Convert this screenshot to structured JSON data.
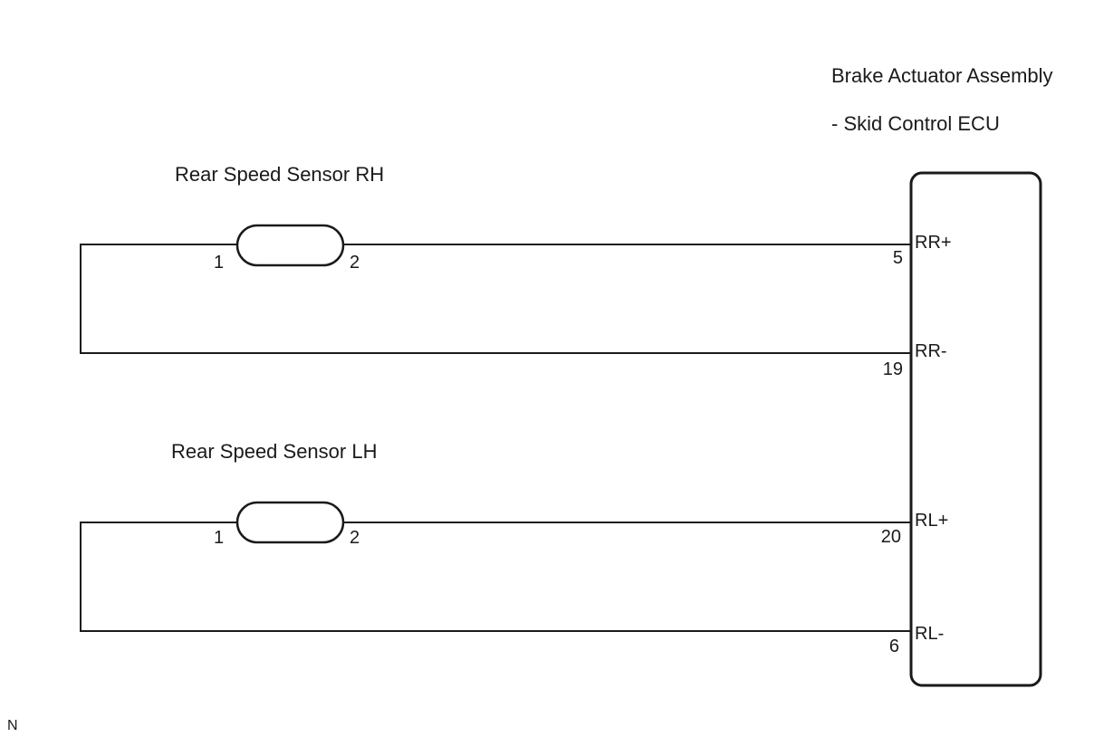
{
  "ecu": {
    "title_line1": "Brake Actuator Assembly",
    "title_line2": "- Skid Control ECU",
    "pins": [
      {
        "pin": "5",
        "signal": "RR+"
      },
      {
        "pin": "19",
        "signal": "RR-"
      },
      {
        "pin": "20",
        "signal": "RL+"
      },
      {
        "pin": "6",
        "signal": "RL-"
      }
    ]
  },
  "sensors": [
    {
      "label": "Rear Speed Sensor RH",
      "pin_left": "1",
      "pin_right": "2"
    },
    {
      "label": "Rear Speed Sensor LH",
      "pin_left": "1",
      "pin_right": "2"
    }
  ],
  "corner_mark": "N"
}
